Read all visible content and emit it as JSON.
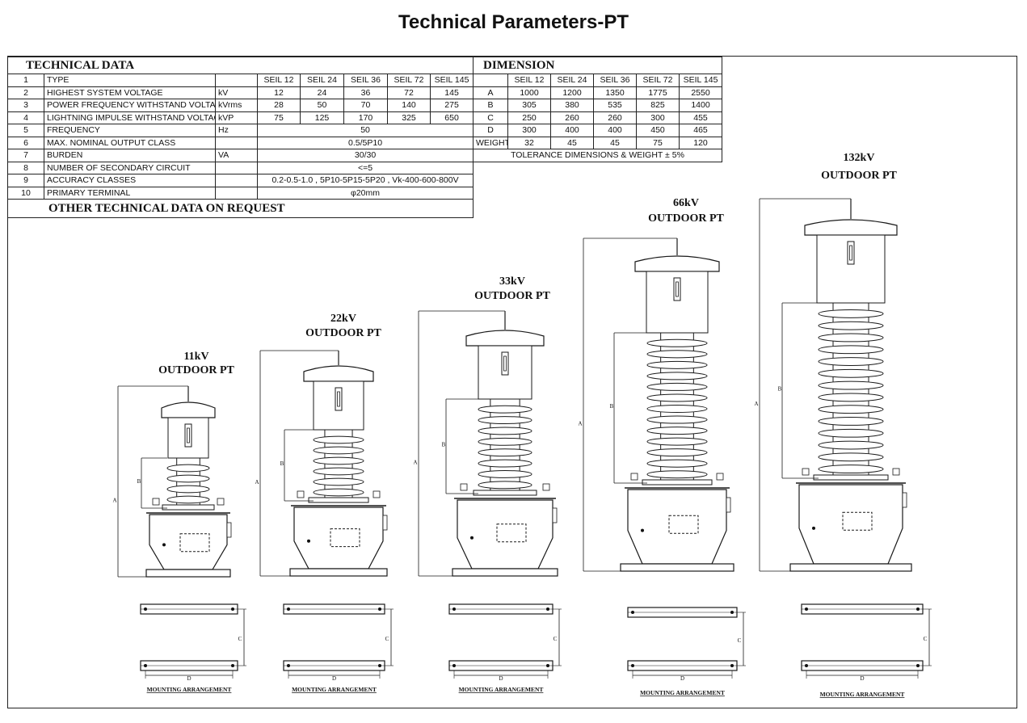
{
  "title": "Technical Parameters-PT",
  "tech": {
    "heading": "TECHNICAL DATA",
    "header_models": [
      "SEIL 12",
      "SEIL 24",
      "SEIL 36",
      "SEIL 72",
      "SEIL 145"
    ],
    "rows": [
      {
        "no": "1",
        "param": "TYPE",
        "unit": ""
      },
      {
        "no": "2",
        "param": "HIGHEST SYSTEM VOLTAGE",
        "unit": "kV",
        "values": [
          "12",
          "24",
          "36",
          "72",
          "145"
        ]
      },
      {
        "no": "3",
        "param": "POWER FREQUENCY WITHSTAND VOLTAGE",
        "unit": "kVrms",
        "values": [
          "28",
          "50",
          "70",
          "140",
          "275"
        ]
      },
      {
        "no": "4",
        "param": "LIGHTNING IMPULSE WITHSTAND VOLTAGE",
        "unit": "kVP",
        "values": [
          "75",
          "125",
          "170",
          "325",
          "650"
        ]
      },
      {
        "no": "5",
        "param": "FREQUENCY",
        "unit": "Hz",
        "span": "50"
      },
      {
        "no": "6",
        "param": "MAX. NOMINAL OUTPUT CLASS",
        "unit": "",
        "span": "0.5/5P10"
      },
      {
        "no": "7",
        "param": "BURDEN",
        "unit": "VA",
        "span": "30/30"
      },
      {
        "no": "8",
        "param": "NUMBER OF SECONDARY CIRCUIT",
        "unit": "",
        "span": "<=5"
      },
      {
        "no": "9",
        "param": "ACCURACY CLASSES",
        "unit": "",
        "span": "0.2-0.5-1.0 , 5P10-5P15-5P20 , Vk-400-600-800V"
      },
      {
        "no": "10",
        "param": "PRIMARY TERMINAL",
        "unit": "",
        "span": "φ20mm"
      }
    ],
    "footer": "OTHER TECHNICAL DATA ON REQUEST"
  },
  "dimension": {
    "heading": "DIMENSION",
    "header_models": [
      "SEIL 12",
      "SEIL 24",
      "SEIL 36",
      "SEIL 72",
      "SEIL 145"
    ],
    "rows": [
      {
        "label": "A",
        "values": [
          "1000",
          "1200",
          "1350",
          "1775",
          "2550"
        ]
      },
      {
        "label": "B",
        "values": [
          "305",
          "380",
          "535",
          "825",
          "1400"
        ]
      },
      {
        "label": "C",
        "values": [
          "250",
          "260",
          "260",
          "300",
          "455"
        ]
      },
      {
        "label": "D",
        "values": [
          "300",
          "400",
          "400",
          "450",
          "465"
        ]
      },
      {
        "label": "WEIGHT",
        "values": [
          "32",
          "45",
          "45",
          "75",
          "120"
        ]
      }
    ],
    "tolerance": "TOLERANCE DIMENSIONS & WEIGHT ± 5%"
  },
  "units": [
    {
      "voltage": "11kV",
      "type": "OUTDOOR PT",
      "mounting": "MOUNTING ARRANGEMENT",
      "dim_a": "A",
      "dim_b": "B",
      "dim_c": "C",
      "dim_d": "D"
    },
    {
      "voltage": "22kV",
      "type": "OUTDOOR PT",
      "mounting": "MOUNTING ARRANGEMENT",
      "dim_a": "A",
      "dim_b": "B",
      "dim_c": "C",
      "dim_d": "D"
    },
    {
      "voltage": "33kV",
      "type": "OUTDOOR PT",
      "mounting": "MOUNTING ARRANGEMENT",
      "dim_a": "A",
      "dim_b": "B",
      "dim_c": "C",
      "dim_d": "D"
    },
    {
      "voltage": "66kV",
      "type": "OUTDOOR PT",
      "mounting": "MOUNTING ARRANGEMENT",
      "dim_a": "A",
      "dim_b": "B",
      "dim_c": "C",
      "dim_d": "D"
    },
    {
      "voltage": "132kV",
      "type": "OUTDOOR PT",
      "mounting": "MOUNTING ARRANGEMENT",
      "dim_a": "A",
      "dim_b": "B",
      "dim_c": "C",
      "dim_d": "D"
    }
  ]
}
